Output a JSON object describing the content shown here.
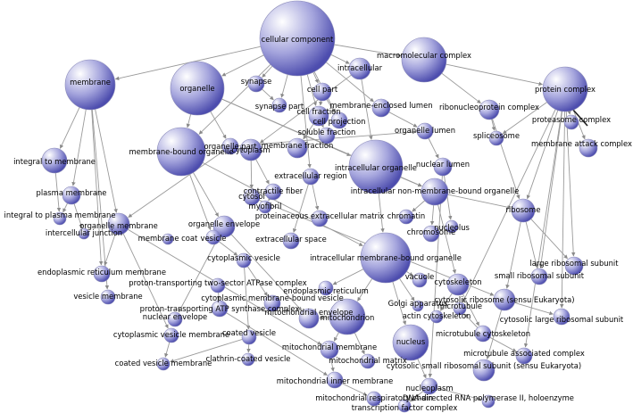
{
  "colors": {
    "node_center": "#ffffff",
    "node_edge": "#4d4dae",
    "edge": "#9a9a9a"
  },
  "nodes": [
    {
      "id": "cellular_component",
      "label": "cellular component"
    },
    {
      "id": "membrane",
      "label": "membrane"
    },
    {
      "id": "organelle",
      "label": "organelle"
    },
    {
      "id": "macromolecular_complex",
      "label": "macromolecular complex"
    },
    {
      "id": "intracellular",
      "label": "intracellular"
    },
    {
      "id": "synapse",
      "label": "synapse"
    },
    {
      "id": "synapse_part",
      "label": "synapse part"
    },
    {
      "id": "cell_part",
      "label": "cell part"
    },
    {
      "id": "cell_fraction",
      "label": "cell fraction"
    },
    {
      "id": "cell_projection",
      "label": "cell projection"
    },
    {
      "id": "soluble_fraction",
      "label": "soluble fraction"
    },
    {
      "id": "membrane_enclosed_lumen",
      "label": "membrane-enclosed lumen"
    },
    {
      "id": "ribonucleoprotein_complex",
      "label": "ribonucleoprotein complex"
    },
    {
      "id": "protein_complex",
      "label": "protein complex"
    },
    {
      "id": "proteasome_complex",
      "label": "proteasome complex"
    },
    {
      "id": "membrane_attack_complex",
      "label": "membrane attack complex"
    },
    {
      "id": "spliceosome",
      "label": "spliceosome"
    },
    {
      "id": "organelle_lumen",
      "label": "organelle lumen"
    },
    {
      "id": "nuclear_lumen",
      "label": "nuclear lumen"
    },
    {
      "id": "membrane_fraction",
      "label": "membrane fraction"
    },
    {
      "id": "organelle_part",
      "label": "organelle part"
    },
    {
      "id": "cytoplasm",
      "label": "cytoplasm"
    },
    {
      "id": "membrane_bound_organelle",
      "label": "membrane-bound organelle"
    },
    {
      "id": "integral_to_membrane",
      "label": "integral to membrane"
    },
    {
      "id": "plasma_membrane",
      "label": "plasma membrane"
    },
    {
      "id": "integral_to_plasma_membrane",
      "label": "integral to plasma membrane"
    },
    {
      "id": "intercellular_junction",
      "label": "intercellular junction"
    },
    {
      "id": "organelle_membrane",
      "label": "organelle membrane"
    },
    {
      "id": "extracellular_region",
      "label": "extracellular region"
    },
    {
      "id": "intracellular_organelle",
      "label": "intracellular organelle"
    },
    {
      "id": "cytosol",
      "label": "cytosol"
    },
    {
      "id": "contractile_fiber",
      "label": "contractile fiber"
    },
    {
      "id": "myofibril",
      "label": "myofibril"
    },
    {
      "id": "proteinaceous_extracellular_matrix",
      "label": "proteinaceous extracellular matrix"
    },
    {
      "id": "chromatin",
      "label": "chromatin"
    },
    {
      "id": "chromosome",
      "label": "chromosome"
    },
    {
      "id": "intracellular_non_membrane_bound_organelle",
      "label": "intracellular non-membrane-bound organelle"
    },
    {
      "id": "nucleolus",
      "label": "nucleolus"
    },
    {
      "id": "ribosome",
      "label": "ribosome"
    },
    {
      "id": "organelle_envelope",
      "label": "organelle envelope"
    },
    {
      "id": "vesicle",
      "label": "vesicle"
    },
    {
      "id": "membrane_coat",
      "label": "membrane coat"
    },
    {
      "id": "extracellular_space",
      "label": "extracellular space"
    },
    {
      "id": "cytoplasmic_vesicle",
      "label": "cytoplasmic vesicle"
    },
    {
      "id": "intracellular_membrane_bound_organelle",
      "label": "intracellular membrane-bound organelle"
    },
    {
      "id": "large_ribosomal_subunit",
      "label": "large ribosomal subunit"
    },
    {
      "id": "small_ribosomal_subunit",
      "label": "small ribosomal subunit"
    },
    {
      "id": "endoplasmic_reticulum_membrane",
      "label": "endoplasmic reticulum membrane"
    },
    {
      "id": "vacuole",
      "label": "vacuole"
    },
    {
      "id": "cytoskeleton",
      "label": "cytoskeleton"
    },
    {
      "id": "vesicle_membrane",
      "label": "vesicle membrane"
    },
    {
      "id": "proton_transporting_two_sector_atpase_complex",
      "label": "proton-transporting two-sector ATPase complex"
    },
    {
      "id": "endoplasmic_reticulum",
      "label": "endoplasmic reticulum"
    },
    {
      "id": "cytoplasmic_membrane_bound_vesicle",
      "label": "cytoplasmic membrane-bound vesicle"
    },
    {
      "id": "proton_transporting_atp_synthase_complex",
      "label": "proton-transporting ATP synthase complex"
    },
    {
      "id": "mitochondrial_envelope",
      "label": "mitochondrial envelope"
    },
    {
      "id": "cytosolic_ribosome",
      "label": "cytosolic ribosome (sensu Eukaryota)"
    },
    {
      "id": "microtubule",
      "label": "microtubule"
    },
    {
      "id": "cytosolic_large_ribosomal_subunit",
      "label": "cytosolic large ribosomal subunit"
    },
    {
      "id": "golgi_apparatus",
      "label": "Golgi apparatus"
    },
    {
      "id": "actin_cytoskeleton",
      "label": "actin cytoskeleton"
    },
    {
      "id": "nuclear_envelope",
      "label": "nuclear envelope"
    },
    {
      "id": "mitochondrion",
      "label": "mitochondrion"
    },
    {
      "id": "microtubule_cytoskeleton",
      "label": "microtubule cytoskeleton"
    },
    {
      "id": "nucleus",
      "label": "nucleus"
    },
    {
      "id": "cytoplasmic_vesicle_membrane",
      "label": "cytoplasmic vesicle membrane"
    },
    {
      "id": "coated_vesicle",
      "label": "coated vesicle"
    },
    {
      "id": "mitochondrial_membrane",
      "label": "mitochondrial membrane"
    },
    {
      "id": "microtubule_associated_complex",
      "label": "microtubule associated complex"
    },
    {
      "id": "coated_vesicle_membrane",
      "label": "coated vesicle membrane"
    },
    {
      "id": "clathrin_coated_vesicle",
      "label": "clathrin-coated vesicle"
    },
    {
      "id": "mitochondrial_matrix",
      "label": "mitochondrial matrix"
    },
    {
      "id": "cytosolic_small_ribosomal_subunit",
      "label": "cytosolic small ribosomal subunit (sensu Eukaryota)"
    },
    {
      "id": "mitochondrial_inner_membrane",
      "label": "mitochondrial inner membrane"
    },
    {
      "id": "nucleoplasm",
      "label": "nucleoplasm"
    },
    {
      "id": "mitochondrial_respiratory_chain",
      "label": "mitochondrial respiratory chain"
    },
    {
      "id": "dna_directed_rna_polymerase_ii_holoenzyme",
      "label": "DNA-directed RNA polymerase II, holoenzyme"
    },
    {
      "id": "transcription_factor_complex",
      "label": "transcription factor complex"
    }
  ],
  "edges": [
    [
      "cellular_component",
      "membrane"
    ],
    [
      "cellular_component",
      "organelle"
    ],
    [
      "cellular_component",
      "macromolecular_complex"
    ],
    [
      "cellular_component",
      "intracellular"
    ],
    [
      "cellular_component",
      "synapse"
    ],
    [
      "cellular_component",
      "synapse_part"
    ],
    [
      "cellular_component",
      "cell_part"
    ],
    [
      "cellular_component",
      "cell_fraction"
    ],
    [
      "cellular_component",
      "cell_projection"
    ],
    [
      "cellular_component",
      "membrane_enclosed_lumen"
    ],
    [
      "cellular_component",
      "extracellular_region"
    ],
    [
      "cellular_component",
      "membrane_bound_organelle"
    ],
    [
      "macromolecular_complex",
      "protein_complex"
    ],
    [
      "macromolecular_complex",
      "ribonucleoprotein_complex"
    ],
    [
      "protein_complex",
      "proteasome_complex"
    ],
    [
      "protein_complex",
      "membrane_attack_complex"
    ],
    [
      "protein_complex",
      "spliceosome"
    ],
    [
      "protein_complex",
      "large_ribosomal_subunit"
    ],
    [
      "protein_complex",
      "small_ribosomal_subunit"
    ],
    [
      "protein_complex",
      "microtubule"
    ],
    [
      "protein_complex",
      "microtubule_associated_complex"
    ],
    [
      "protein_complex",
      "ribosome"
    ],
    [
      "protein_complex",
      "cytosolic_large_ribosomal_subunit"
    ],
    [
      "ribonucleoprotein_complex",
      "spliceosome"
    ],
    [
      "ribonucleoprotein_complex",
      "ribosome"
    ],
    [
      "membrane_enclosed_lumen",
      "organelle_lumen"
    ],
    [
      "organelle_lumen",
      "nuclear_lumen"
    ],
    [
      "nuclear_lumen",
      "nucleolus"
    ],
    [
      "nuclear_lumen",
      "nucleoplasm"
    ],
    [
      "organelle",
      "organelle_part"
    ],
    [
      "organelle",
      "membrane_bound_organelle"
    ],
    [
      "organelle",
      "intracellular_organelle"
    ],
    [
      "organelle",
      "intracellular_non_membrane_bound_organelle"
    ],
    [
      "intracellular",
      "cytoplasm"
    ],
    [
      "intracellular",
      "intracellular_organelle"
    ],
    [
      "cell_part",
      "cell_fraction"
    ],
    [
      "cell_fraction",
      "membrane_fraction"
    ],
    [
      "cell_fraction",
      "soluble_fraction"
    ],
    [
      "membrane",
      "integral_to_membrane"
    ],
    [
      "membrane",
      "plasma_membrane"
    ],
    [
      "membrane",
      "organelle_membrane"
    ],
    [
      "membrane",
      "vesicle_membrane"
    ],
    [
      "membrane",
      "endoplasmic_reticulum_membrane"
    ],
    [
      "integral_to_membrane",
      "integral_to_plasma_membrane"
    ],
    [
      "plasma_membrane",
      "integral_to_plasma_membrane"
    ],
    [
      "plasma_membrane",
      "intercellular_junction"
    ],
    [
      "organelle_membrane",
      "endoplasmic_reticulum_membrane"
    ],
    [
      "organelle_membrane",
      "mitochondrial_membrane"
    ],
    [
      "organelle_membrane",
      "cytoplasmic_vesicle_membrane"
    ],
    [
      "cytoplasm",
      "cytosol"
    ],
    [
      "cytoplasm",
      "contractile_fiber"
    ],
    [
      "contractile_fiber",
      "myofibril"
    ],
    [
      "extracellular_region",
      "extracellular_space"
    ],
    [
      "extracellular_region",
      "proteinaceous_extracellular_matrix"
    ],
    [
      "intracellular_organelle",
      "intracellular_membrane_bound_organelle"
    ],
    [
      "intracellular_organelle",
      "intracellular_non_membrane_bound_organelle"
    ],
    [
      "intracellular_non_membrane_bound_organelle",
      "chromatin"
    ],
    [
      "intracellular_non_membrane_bound_organelle",
      "chromosome"
    ],
    [
      "intracellular_non_membrane_bound_organelle",
      "ribosome"
    ],
    [
      "intracellular_non_membrane_bound_organelle",
      "cytoskeleton"
    ],
    [
      "ribosome",
      "cytosolic_ribosome"
    ],
    [
      "ribosome",
      "large_ribosomal_subunit"
    ],
    [
      "ribosome",
      "small_ribosomal_subunit"
    ],
    [
      "cytosolic_ribosome",
      "cytosolic_large_ribosomal_subunit"
    ],
    [
      "cytosolic_ribosome",
      "cytosolic_small_ribosomal_subunit"
    ],
    [
      "membrane_bound_organelle",
      "vesicle"
    ],
    [
      "membrane_bound_organelle",
      "intracellular_membrane_bound_organelle"
    ],
    [
      "membrane_bound_organelle",
      "organelle_envelope"
    ],
    [
      "organelle_envelope",
      "mitochondrial_envelope"
    ],
    [
      "organelle_envelope",
      "nuclear_envelope"
    ],
    [
      "vesicle",
      "cytoplasmic_vesicle"
    ],
    [
      "cytoplasmic_vesicle",
      "cytoplasmic_membrane_bound_vesicle"
    ],
    [
      "cytoplasmic_vesicle",
      "coated_vesicle"
    ],
    [
      "coated_vesicle",
      "clathrin_coated_vesicle"
    ],
    [
      "coated_vesicle",
      "coated_vesicle_membrane"
    ],
    [
      "cytoplasmic_vesicle_membrane",
      "coated_vesicle_membrane"
    ],
    [
      "intracellular_membrane_bound_organelle",
      "mitochondrion"
    ],
    [
      "intracellular_membrane_bound_organelle",
      "nucleus"
    ],
    [
      "intracellular_membrane_bound_organelle",
      "golgi_apparatus"
    ],
    [
      "intracellular_membrane_bound_organelle",
      "endoplasmic_reticulum"
    ],
    [
      "intracellular_membrane_bound_organelle",
      "vacuole"
    ],
    [
      "mitochondrion",
      "mitochondrial_envelope"
    ],
    [
      "mitochondrion",
      "mitochondrial_matrix"
    ],
    [
      "mitochondrion",
      "mitochondrial_membrane"
    ],
    [
      "mitochondrial_membrane",
      "mitochondrial_inner_membrane"
    ],
    [
      "mitochondrial_inner_membrane",
      "mitochondrial_respiratory_chain"
    ],
    [
      "proton_transporting_two_sector_atpase_complex",
      "proton_transporting_atp_synthase_complex"
    ],
    [
      "proton_transporting_atp_synthase_complex",
      "mitochondrial_inner_membrane"
    ],
    [
      "cytoskeleton",
      "actin_cytoskeleton"
    ],
    [
      "cytoskeleton",
      "microtubule_cytoskeleton"
    ],
    [
      "microtubule_cytoskeleton",
      "microtubule"
    ],
    [
      "microtubule_cytoskeleton",
      "microtubule_associated_complex"
    ],
    [
      "nucleus",
      "nucleoplasm"
    ],
    [
      "nucleoplasm",
      "dna_directed_rna_polymerase_ii_holoenzyme"
    ],
    [
      "nucleoplasm",
      "transcription_factor_complex"
    ],
    [
      "cytosol",
      "cytosolic_ribosome"
    ],
    [
      "organelle_part",
      "organelle_membrane"
    ],
    [
      "organelle_part",
      "organelle_lumen"
    ],
    [
      "synapse",
      "synapse_part"
    ],
    [
      "cell_part",
      "cell_projection"
    ]
  ]
}
